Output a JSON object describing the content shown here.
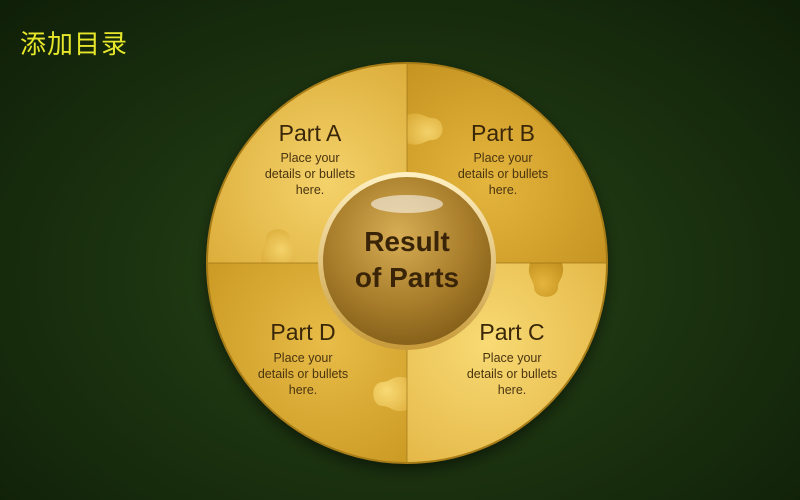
{
  "slide": {
    "title": "添加目录"
  },
  "center": {
    "line1": "Result",
    "line2": "of Parts"
  },
  "parts": [
    {
      "id": "a",
      "title": "Part A",
      "lines": [
        "Place your",
        "details or bullets",
        "here."
      ]
    },
    {
      "id": "b",
      "title": "Part B",
      "lines": [
        "Place your",
        "details or bullets",
        "here."
      ]
    },
    {
      "id": "c",
      "title": "Part C",
      "lines": [
        "Place your",
        "details or bullets",
        "here."
      ]
    },
    {
      "id": "d",
      "title": "Part D",
      "lines": [
        "Place your",
        "details or bullets",
        "here."
      ]
    }
  ],
  "colors": {
    "title": "#e6e62a",
    "gold_light": "#f6d66a",
    "gold_mid": "#e1b23a",
    "gold_dark": "#b88a1c",
    "center_bronze": "#9c7424"
  }
}
